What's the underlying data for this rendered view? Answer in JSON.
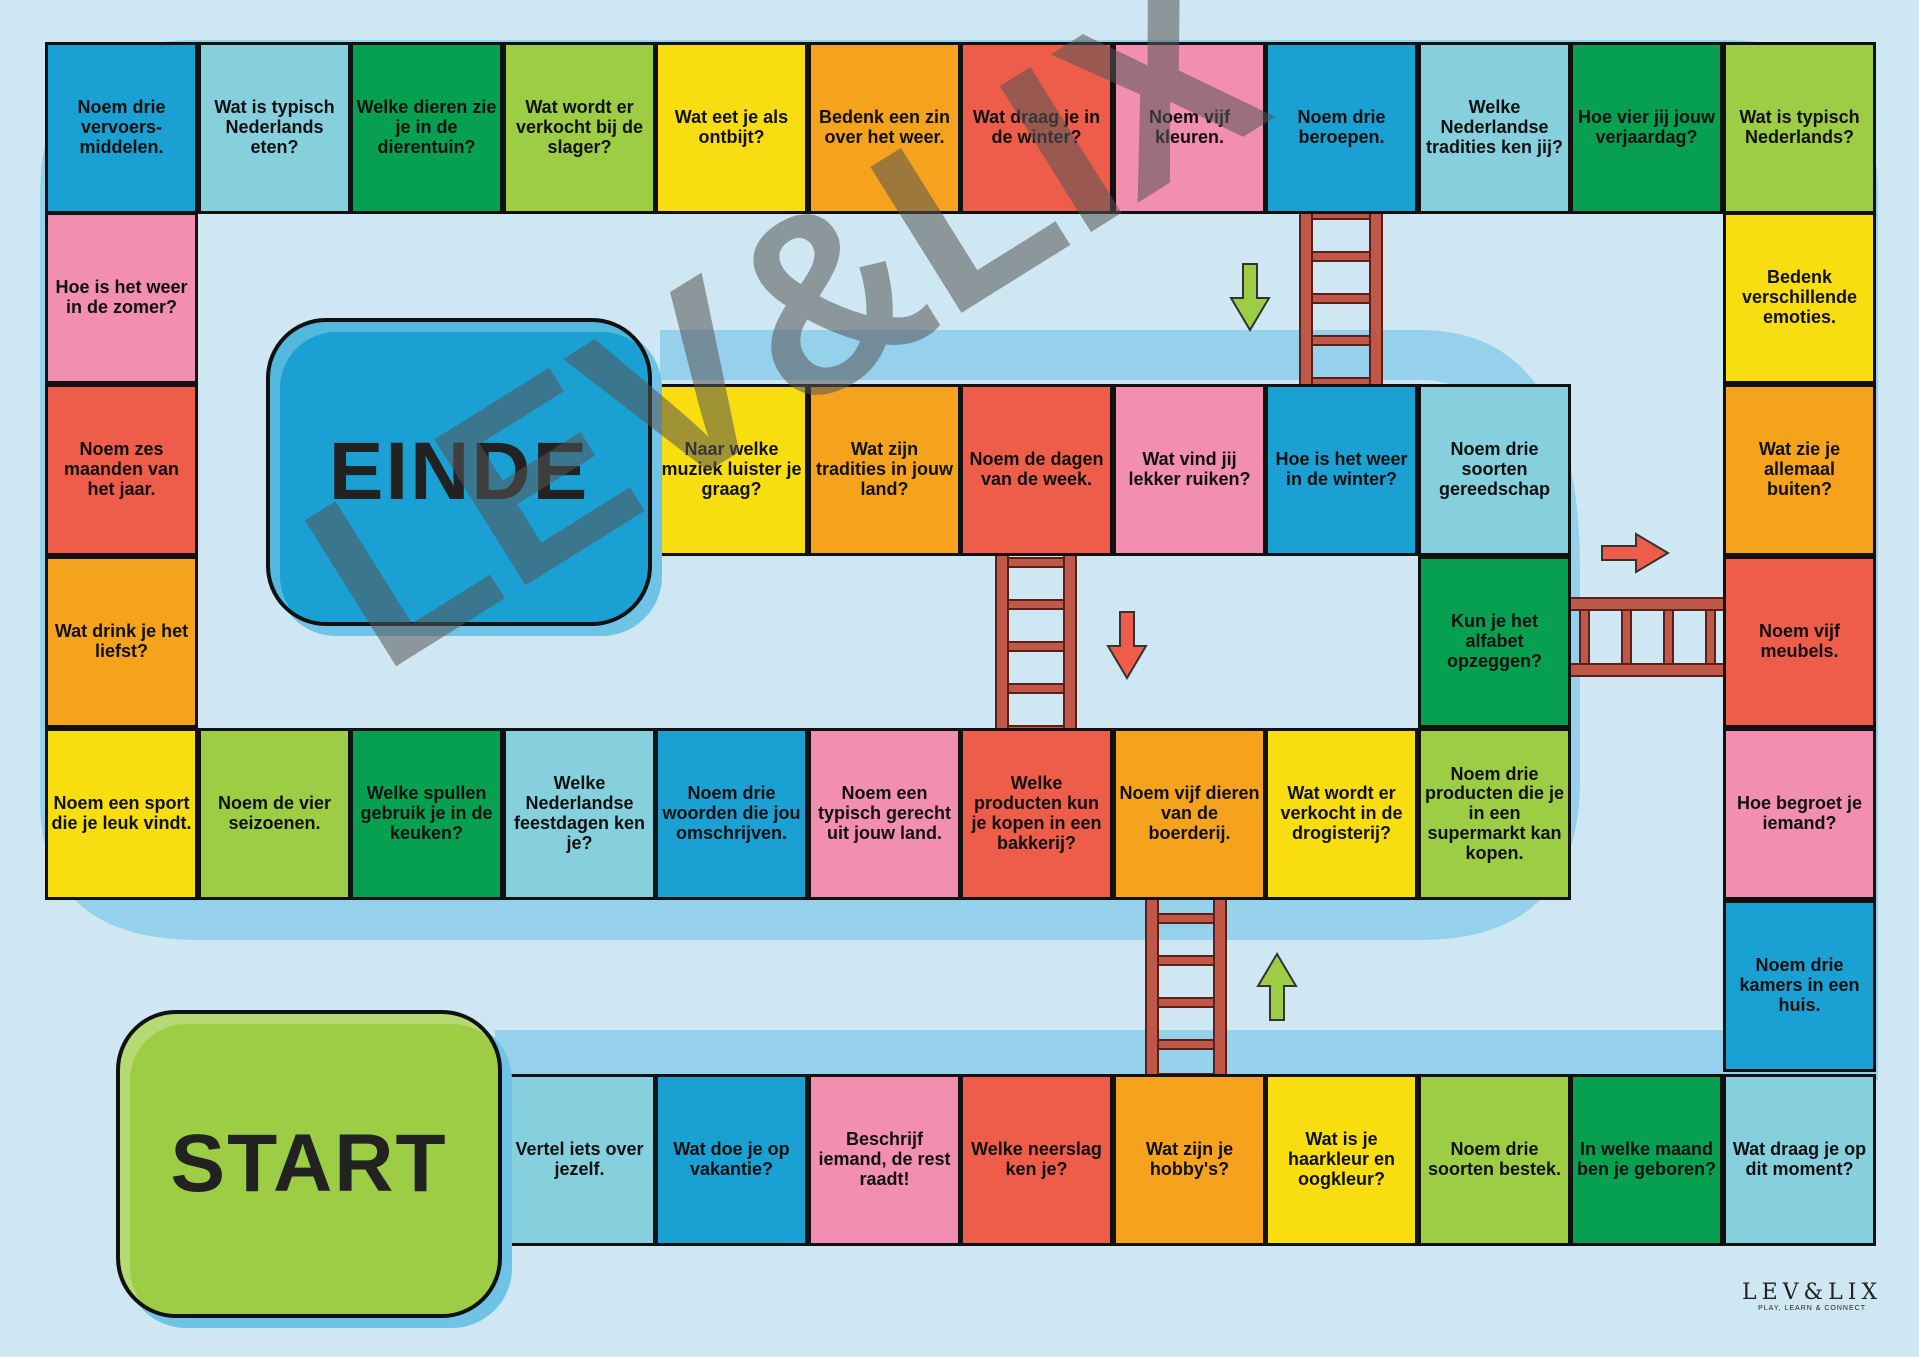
{
  "colors": {
    "background": "#cfe7f2",
    "blue": "#1aa0d2",
    "lightblue": "#86cfdc",
    "green": "#06a050",
    "lime": "#9dcd45",
    "yellow": "#f8de10",
    "orange": "#f5a31c",
    "red": "#ee5d4a",
    "pink": "#f28fb0",
    "ladder": "#c0584a",
    "arrow_green": "#9dcd45",
    "arrow_red": "#ee5d4a"
  },
  "start_label": "START",
  "end_label": "EINDE",
  "watermark": "LEV&LIX",
  "brand": {
    "name": "LEV&LIX",
    "tagline": "PLAY, LEARN & CONNECT"
  },
  "icons": [
    "ladder-icon",
    "arrow-down-icon",
    "arrow-up-icon",
    "arrow-right-icon",
    "globe-icon"
  ],
  "tiles": [
    {
      "text": "Noem drie vervoers-middelen.",
      "color": "blue"
    },
    {
      "text": "Wat is typisch Nederlands eten?",
      "color": "lightblue"
    },
    {
      "text": "Welke dieren zie je in de dierentuin?",
      "color": "green"
    },
    {
      "text": "Wat wordt er verkocht bij de slager?",
      "color": "lime"
    },
    {
      "text": "Wat eet je als ontbijt?",
      "color": "yellow"
    },
    {
      "text": "Bedenk een zin over het weer.",
      "color": "orange"
    },
    {
      "text": "Wat draag je in de winter?",
      "color": "red"
    },
    {
      "text": "Noem vijf kleuren.",
      "color": "pink"
    },
    {
      "text": "Noem drie beroepen.",
      "color": "blue"
    },
    {
      "text": "Welke Nederlandse tradities ken jij?",
      "color": "lightblue"
    },
    {
      "text": "Hoe vier jij jouw verjaardag?",
      "color": "green"
    },
    {
      "text": "Wat is typisch Nederlands?",
      "color": "lime"
    },
    {
      "text": "Hoe is het weer in de zomer?",
      "color": "pink"
    },
    {
      "text": "Bedenk verschillende emoties.",
      "color": "yellow"
    },
    {
      "text": "Noem zes maanden van het jaar.",
      "color": "red"
    },
    {
      "text": "Wat zie je allemaal buiten?",
      "color": "orange"
    },
    {
      "text": "Wat drink je het liefst?",
      "color": "orange"
    },
    {
      "text": "Noem vijf meubels.",
      "color": "red"
    },
    {
      "text": "Naar welke muziek luister je graag?",
      "color": "yellow"
    },
    {
      "text": "Wat zijn tradities in jouw land?",
      "color": "orange"
    },
    {
      "text": "Noem de dagen van de week.",
      "color": "red"
    },
    {
      "text": "Wat vind jij lekker ruiken?",
      "color": "pink"
    },
    {
      "text": "Hoe is het weer in de winter?",
      "color": "blue"
    },
    {
      "text": "Noem drie soorten gereedschap",
      "color": "lightblue"
    },
    {
      "text": "Kun je het alfabet opzeggen?",
      "color": "green"
    },
    {
      "text": "Noem een sport die je leuk vindt.",
      "color": "yellow"
    },
    {
      "text": "Noem de vier seizoenen.",
      "color": "lime"
    },
    {
      "text": "Welke spullen gebruik je in de keuken?",
      "color": "green"
    },
    {
      "text": "Welke Nederlandse feestdagen ken je?",
      "color": "lightblue"
    },
    {
      "text": "Noem drie woorden die jou omschrijven.",
      "color": "blue"
    },
    {
      "text": "Noem een typisch gerecht uit jouw land.",
      "color": "pink"
    },
    {
      "text": "Welke producten kun je kopen in een bakkerij?",
      "color": "red"
    },
    {
      "text": "Noem vijf dieren van de boerderij.",
      "color": "orange"
    },
    {
      "text": "Wat wordt er verkocht in de drogisterij?",
      "color": "yellow"
    },
    {
      "text": "Noem drie producten die je in een supermarkt kan kopen.",
      "color": "lime"
    },
    {
      "text": "Hoe begroet je iemand?",
      "color": "pink"
    },
    {
      "text": "Noem drie kamers in een huis.",
      "color": "blue"
    },
    {
      "text": "Vertel iets over jezelf.",
      "color": "lightblue"
    },
    {
      "text": "Wat doe je op vakantie?",
      "color": "blue"
    },
    {
      "text": "Beschrijf iemand, de rest raadt!",
      "color": "pink"
    },
    {
      "text": "Welke neerslag ken je?",
      "color": "red"
    },
    {
      "text": "Wat zijn je hobby's?",
      "color": "orange"
    },
    {
      "text": "Wat is je haarkleur en oogkleur?",
      "color": "yellow"
    },
    {
      "text": "Noem drie soorten bestek.",
      "color": "lime"
    },
    {
      "text": "In welke maand ben je geboren?",
      "color": "green"
    },
    {
      "text": "Wat draag je op dit moment?",
      "color": "lightblue"
    }
  ]
}
